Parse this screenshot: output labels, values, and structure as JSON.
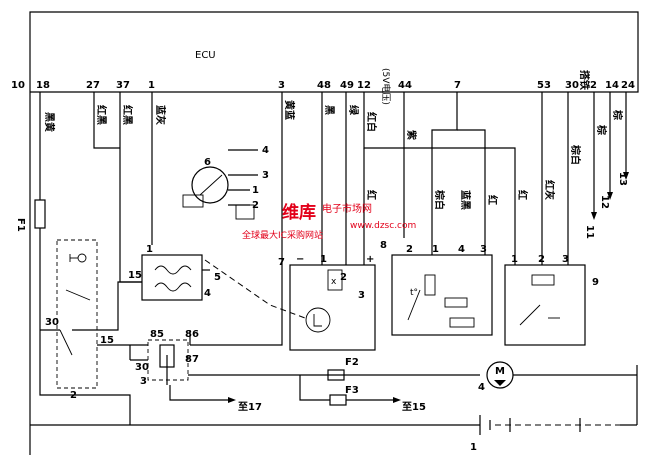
{
  "ecu": {
    "label": "ECU"
  },
  "pins": {
    "p10": "10",
    "p18": "18",
    "p27": "27",
    "p37": "37",
    "p1": "1",
    "p3": "3",
    "p48": "48",
    "p49": "49",
    "p12": "12",
    "p44": "44",
    "p7": "7",
    "p53": "53",
    "p30": "30",
    "p2": "2",
    "p14": "14",
    "p24": "24"
  },
  "pin_notes": {
    "v5": "(5V电压)",
    "ground": "搭铁"
  },
  "wire_colors": {
    "black_yellow": "黑黄",
    "red_black_a": "红黑",
    "red_black_b": "红黑",
    "blue_gray": "蓝灰",
    "yellow_blue": "黄蓝",
    "black": "黑",
    "green": "绿",
    "red_white": "红白",
    "purple": "紫",
    "red_a": "红",
    "brown_white_a": "棕白",
    "blue_black": "蓝黑",
    "red_b": "红",
    "red_c": "红",
    "red_gray": "红灰",
    "brown_white_b": "棕白",
    "brown_a": "棕",
    "brown_b": "棕"
  },
  "fuses": {
    "f1": "F1",
    "f2": "F2",
    "f3": "F3"
  },
  "components": {
    "c2": "2",
    "c3": "3",
    "c4": "4",
    "c5": "5",
    "c6": "6",
    "c7": "7",
    "c8": "8",
    "c9": "9",
    "c11": "11",
    "c12": "12",
    "c13": "13",
    "c1": "1"
  },
  "terminals": {
    "t30a": "30",
    "t15a": "15",
    "t15b": "15",
    "t1": "1",
    "t4": "4",
    "t85": "85",
    "t86": "86",
    "t30b": "30",
    "t87": "87",
    "s7_1": "1",
    "s7_2": "2",
    "s7_3": "3",
    "s7_minus": "−",
    "s7_plus": "+",
    "s8_2": "2",
    "s8_1": "1",
    "s8_4": "4",
    "s8_3": "3",
    "s9_1": "1",
    "s9_2": "2",
    "s9_3": "3",
    "s6_4": "4",
    "s6_3": "3",
    "s6_1": "1",
    "s6_2": "2",
    "tdeg": "t°"
  },
  "motor": {
    "label": "M"
  },
  "destinations": {
    "to17": "至17",
    "to15": "至15"
  },
  "watermark": {
    "logo": "维库",
    "text": "电子市场网",
    "sub": "全球最大IC采购网站",
    "url": "www.dzsc.com"
  }
}
